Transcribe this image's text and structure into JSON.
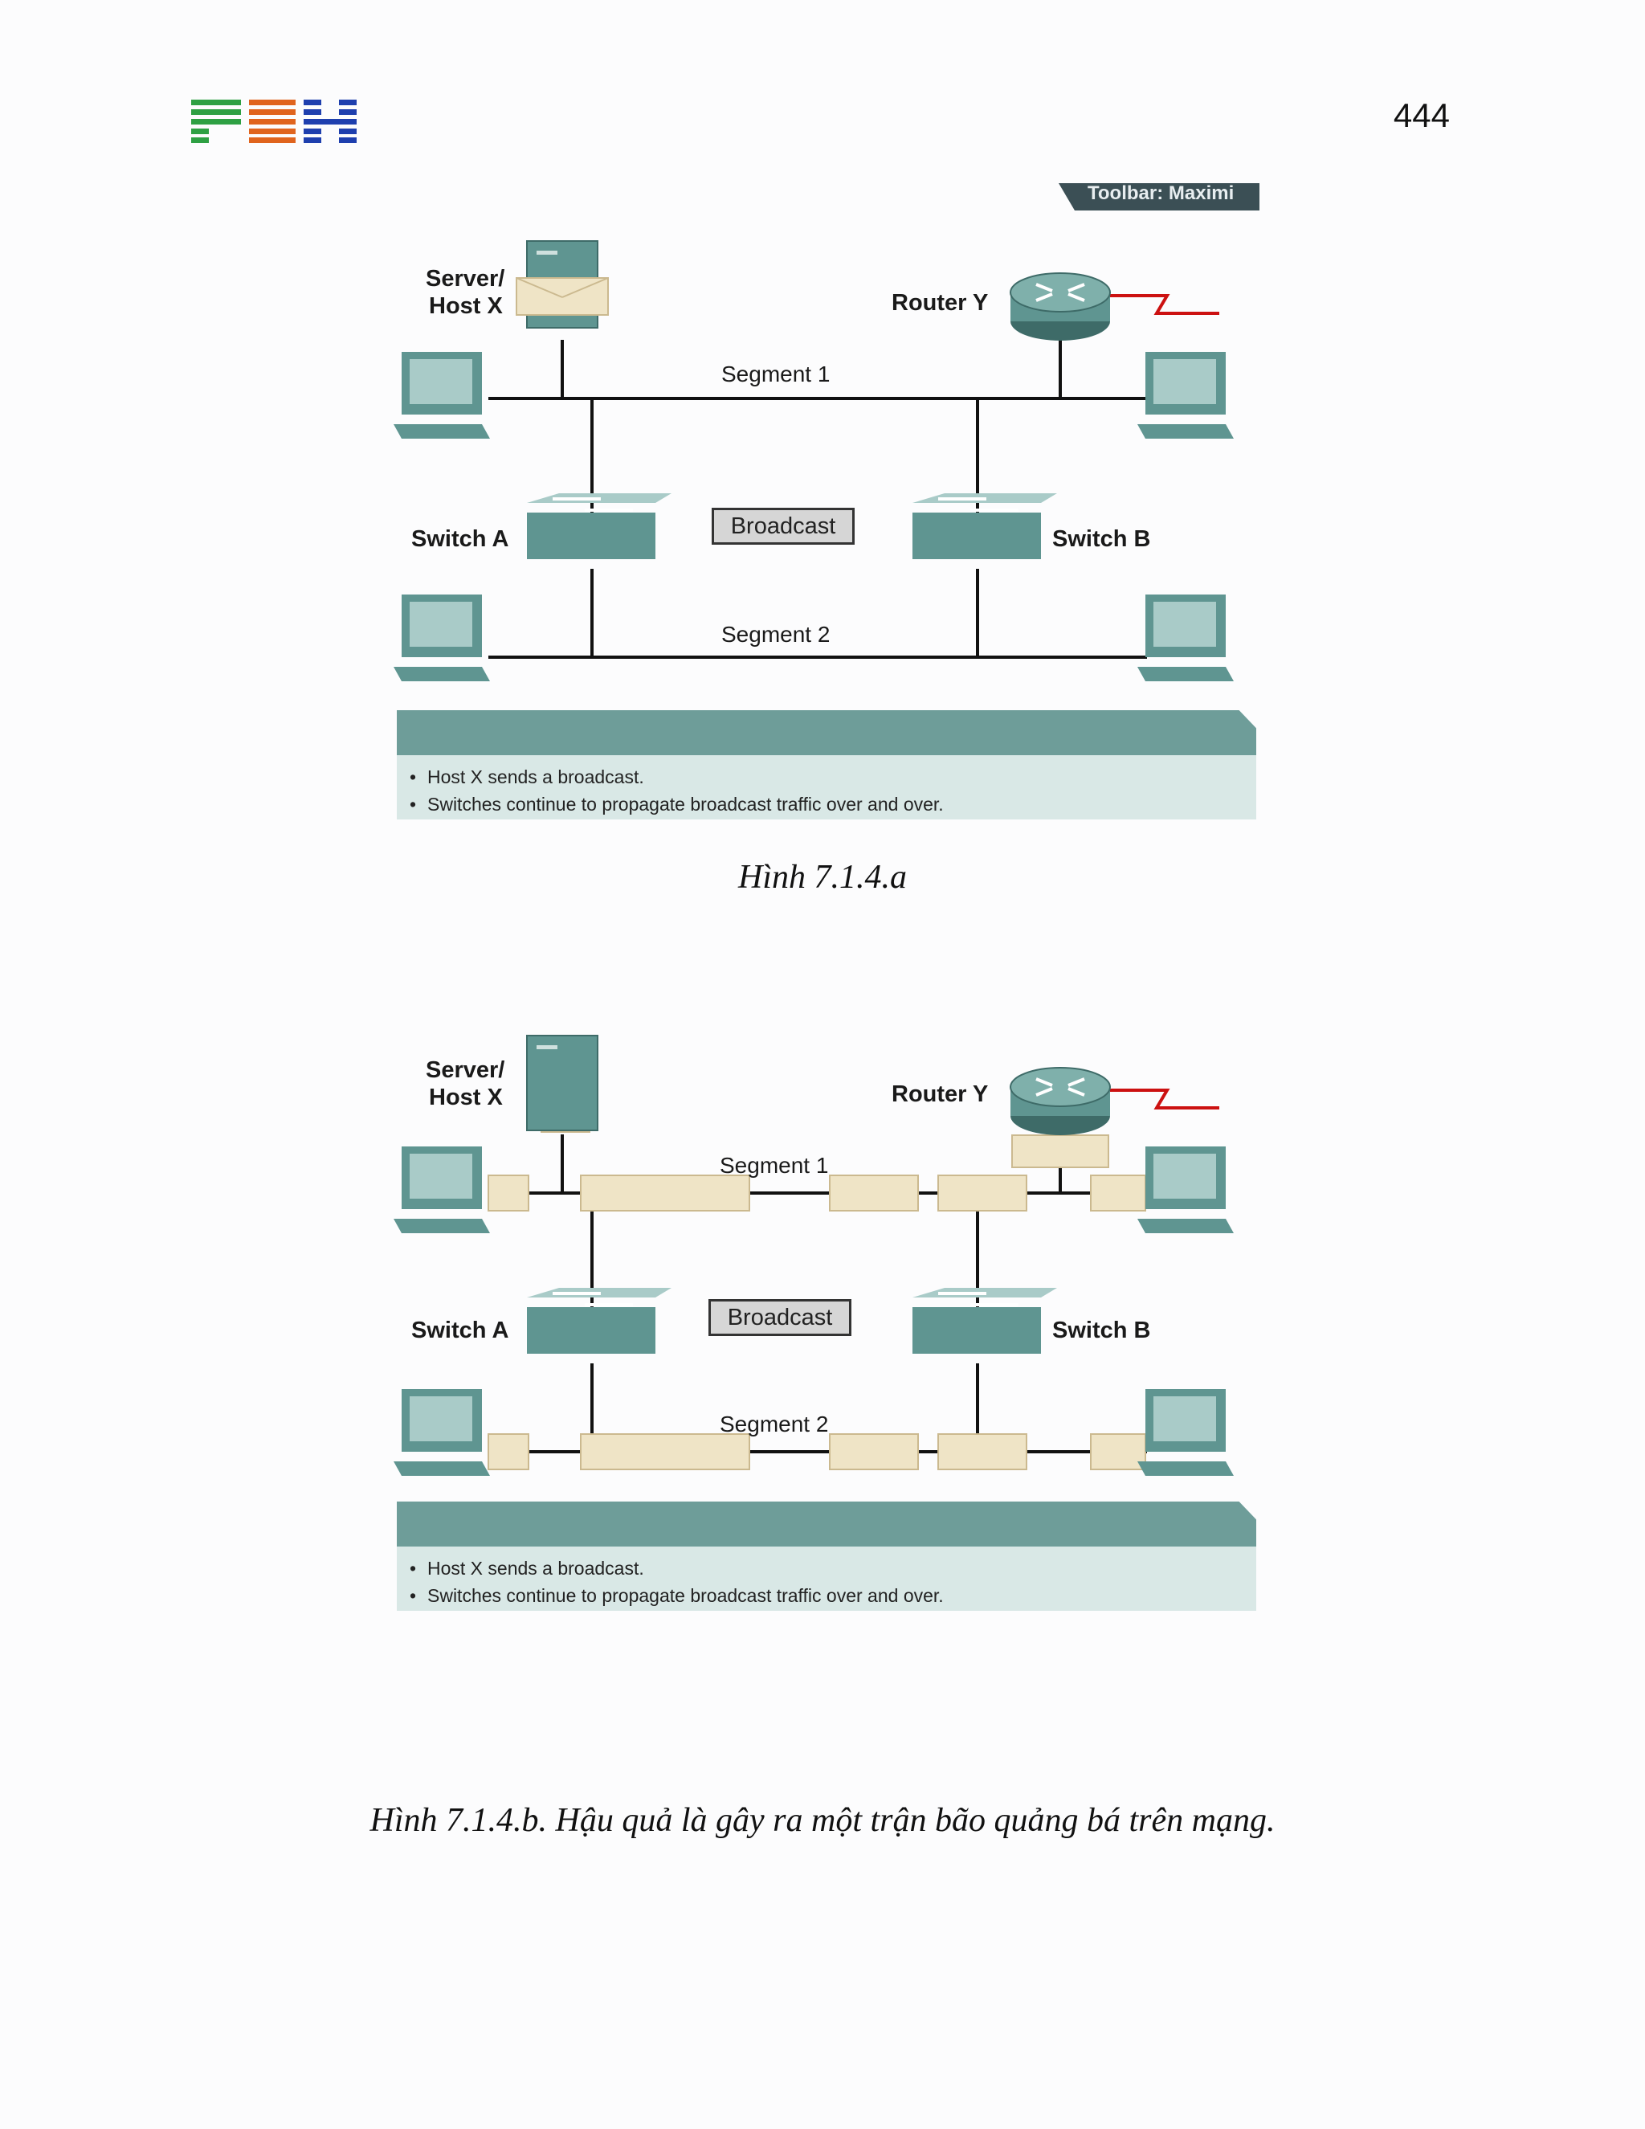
{
  "header": {
    "logo_text": "PNH",
    "page_number": "444"
  },
  "figures": [
    {
      "toolbar_fragment": "Toolbar: Maximi",
      "labels": {
        "server": "Server/",
        "host": "Host X",
        "router": "Router Y",
        "switch_a": "Switch A",
        "switch_b": "Switch B",
        "segment1": "Segment 1",
        "segment2": "Segment 2",
        "broadcast": "Broadcast"
      },
      "notes": [
        "Host X sends a broadcast.",
        "Switches continue to propagate broadcast traffic over and over."
      ],
      "caption": "Hình 7.1.4.a"
    },
    {
      "labels": {
        "server": "Server/",
        "host": "Host X",
        "router": "Router Y",
        "switch_a": "Switch A",
        "switch_b": "Switch B",
        "segment1": "Segment 1",
        "segment2": "Segment 2",
        "broadcast": "Broadcast"
      },
      "notes": [
        "Host X sends a broadcast.",
        "Switches continue to propagate broadcast traffic over and over."
      ],
      "caption": "Hình 7.1.4.b. Hậu quả là gây ra một trận bão quảng bá trên mạng."
    }
  ],
  "colors": {
    "logo_green": "#2ea043",
    "logo_orange": "#e0641e",
    "logo_blue": "#1e3fae",
    "device_teal": "#5f9591",
    "panel_header": "#6e9d99",
    "panel_body": "#d9e8e6",
    "envelope": "#efe4c6",
    "wan_link": "#cc1111"
  }
}
